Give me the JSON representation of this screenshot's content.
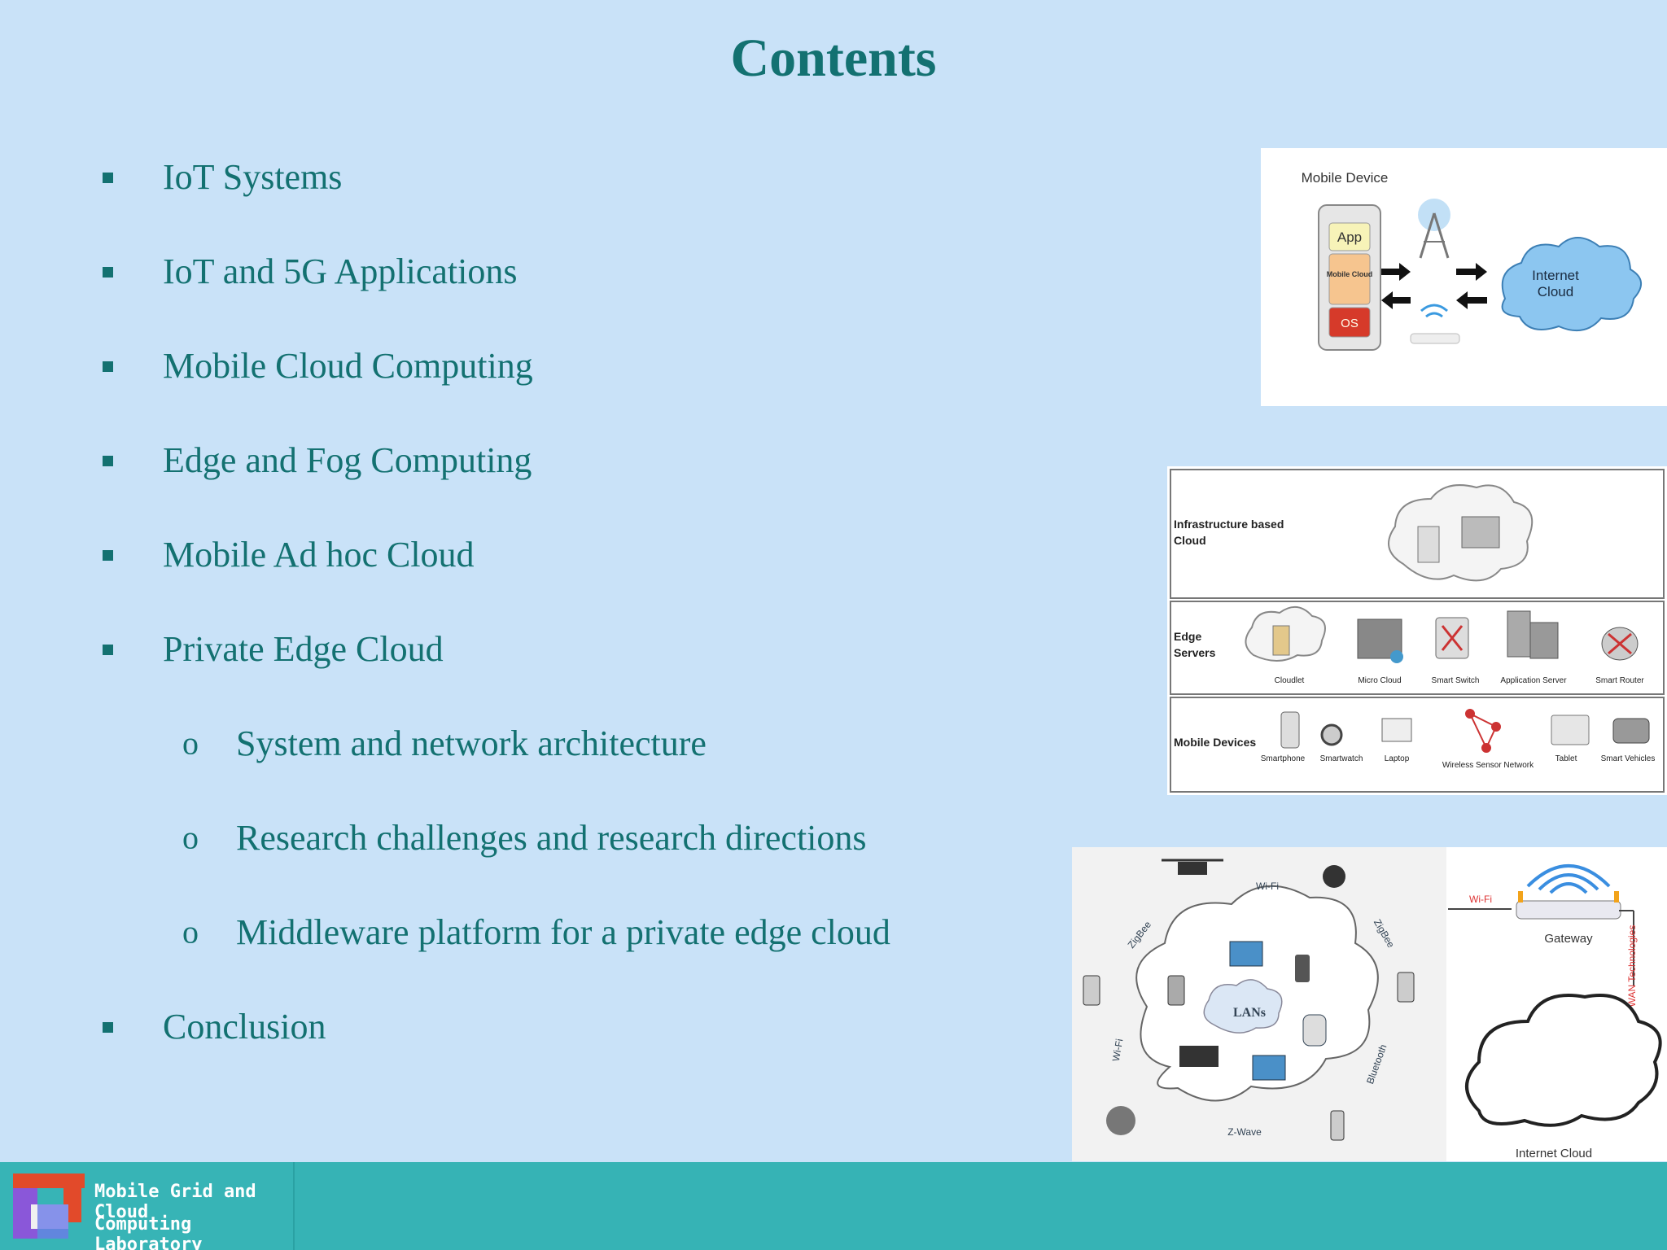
{
  "slide": {
    "title": "Contents",
    "items": [
      {
        "label": "IoT Systems",
        "level": 1
      },
      {
        "label": "IoT and 5G Applications",
        "level": 1
      },
      {
        "label": "Mobile Cloud Computing",
        "level": 1
      },
      {
        "label": "Edge and Fog Computing",
        "level": 1
      },
      {
        "label": "Mobile Ad hoc Cloud",
        "level": 1
      },
      {
        "label": "Private Edge Cloud",
        "level": 1
      },
      {
        "label": "System and network architecture",
        "level": 2
      },
      {
        "label": "Research challenges and research directions",
        "level": 2
      },
      {
        "label": "Middleware platform for a private edge cloud",
        "level": 2
      },
      {
        "label": "Conclusion",
        "level": 1
      }
    ],
    "sub_bullet": "o"
  },
  "figure1": {
    "mobile_device": "Mobile Device",
    "app": "App",
    "mobile_cloud": "Mobile Cloud",
    "os": "OS",
    "internet_cloud": "Internet Cloud"
  },
  "figure2": {
    "row1_label": "Infrastructure based Cloud",
    "row2_label": "Edge Servers",
    "row3_label": "Mobile Devices",
    "edge_items": [
      "Cloudlet",
      "Micro Cloud",
      "Smart Switch",
      "Application Server",
      "Smart Router"
    ],
    "device_items": [
      "Smartphone",
      "Smartwatch",
      "Laptop",
      "Wireless Sensor Network",
      "Tablet",
      "Smart Vehicles"
    ]
  },
  "figure3": {
    "wifi_top": "Wi-Fi",
    "zigbee_left": "ZigBee",
    "zigbee_right": "ZigBee",
    "wifi_left": "Wi-Fi",
    "bluetooth": "Bluetooth",
    "zwave": "Z-Wave",
    "lans": "LANs",
    "wifi_gateway": "Wi-Fi",
    "gateway": "Gateway",
    "wan": "WAN Technologies",
    "internet_cloud": "Internet Cloud"
  },
  "footer": {
    "logo_line1": "Mobile Grid and Cloud",
    "logo_line2": "Computing Laboratory"
  },
  "colors": {
    "background": "#c9e2f8",
    "text": "#137171",
    "footer": "#36b3b5"
  }
}
